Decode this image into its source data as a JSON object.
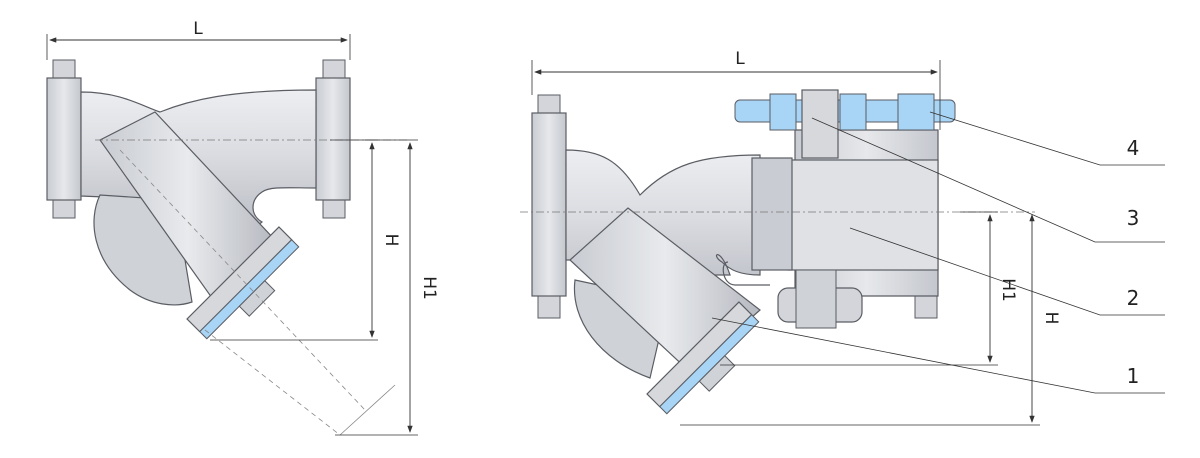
{
  "figure": {
    "left_view": {
      "dimensions": {
        "length_label": "L",
        "height_label": "H",
        "height1_label": "H1"
      }
    },
    "right_view": {
      "dimensions": {
        "length_label": "L",
        "height_label": "H",
        "height1_label": "H1"
      },
      "callouts": [
        "1",
        "2",
        "3",
        "4"
      ]
    }
  },
  "colors": {
    "body": "#d9dbe0",
    "body_shade": "#bfc2c9",
    "outline": "#5a5d63",
    "gasket": "#a8d4f5",
    "dim_line": "#333333"
  }
}
